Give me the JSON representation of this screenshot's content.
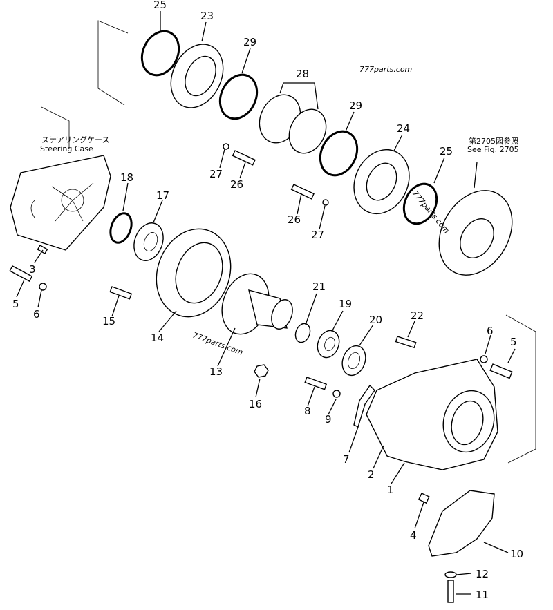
{
  "labels": {
    "p1": "1",
    "p2": "2",
    "p3": "3",
    "p4": "4",
    "p5a": "5",
    "p5b": "5",
    "p6a": "6",
    "p6b": "6",
    "p7": "7",
    "p8": "8",
    "p9": "9",
    "p10": "10",
    "p11": "11",
    "p12": "12",
    "p13": "13",
    "p14": "14",
    "p15": "15",
    "p16": "16",
    "p17": "17",
    "p18": "18",
    "p19": "19",
    "p20": "20",
    "p21": "21",
    "p22": "22",
    "p23": "23",
    "p24": "24",
    "p25a": "25",
    "p25b": "25",
    "p26a": "26",
    "p26b": "26",
    "p27a": "27",
    "p27b": "27",
    "p28": "28",
    "p29a": "29",
    "p29b": "29"
  },
  "notes": {
    "steering_jp": "ステアリングケース",
    "steering_en": "Steering Case",
    "see_fig_jp": "第2705図参照",
    "see_fig_en": "See Fig. 2705"
  },
  "watermarks": {
    "top": "777parts.com",
    "middle": "777parts.com",
    "right": "777parts.com"
  }
}
